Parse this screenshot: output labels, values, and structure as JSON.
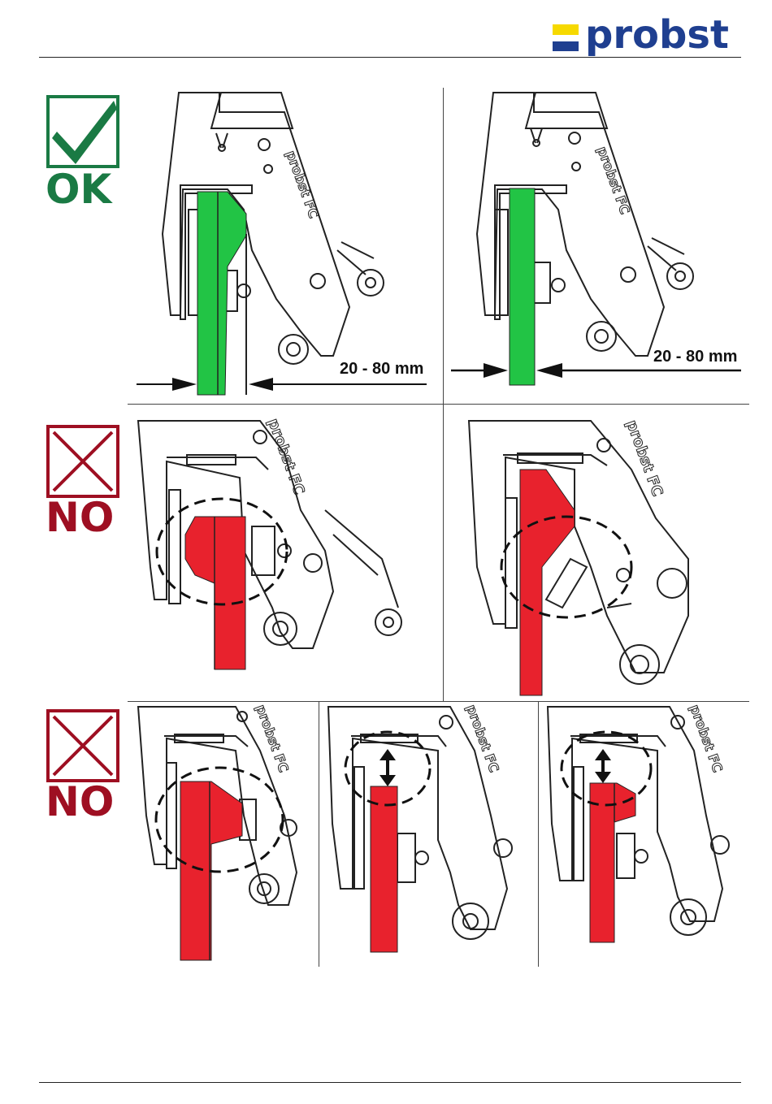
{
  "brand": {
    "name": "probst"
  },
  "status": {
    "ok_label": "OK",
    "no_label": "NO"
  },
  "measurements": {
    "range_label": "20 - 80 mm"
  },
  "device_marking": "probst FC",
  "colors": {
    "ok_green": "#1a7a44",
    "no_red": "#9e0f22",
    "plate_green": "#22c445",
    "plate_red": "#e8222d",
    "brand_blue": "#1f3f90",
    "brand_yellow": "#f6d900"
  }
}
